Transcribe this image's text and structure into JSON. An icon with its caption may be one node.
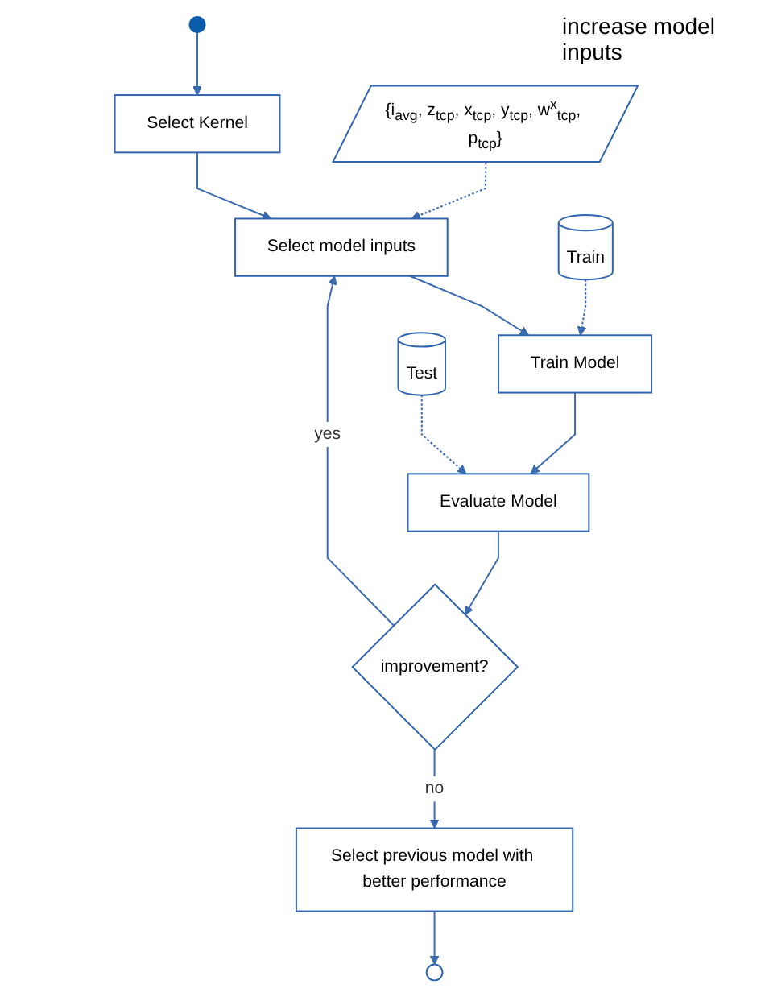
{
  "diagram": {
    "nodes": [
      {
        "text": [],
        "shape": "circle"
      },
      {
        "text": [
          "Select Kernel"
        ]
      },
      {
        "text": [
          "{i$_{avg}$, z$_{tcp}$, x$_{tcp}$, y$_{tcp}$, w$^{x}$$_{tcp}$, p$_{tcp}$}"
        ]
      },
      {
        "text": [
          "Select model inputs"
        ]
      },
      {
        "text": [
          "Train"
        ]
      },
      {
        "text": [
          "Train Model"
        ]
      },
      {
        "text": [
          "Test"
        ]
      },
      {
        "text": [
          "Evaluate Model"
        ]
      },
      {
        "text": [
          "improvement?"
        ]
      },
      {
        "text": [
          "Select previous model with better performance"
        ]
      },
      {
        "text": [],
        "shape": "circle"
      }
    ],
    "edges": [
      {
        "from": 0,
        "to": 1,
        "arrow": "to"
      },
      {
        "from": 1,
        "to": 3,
        "arrow": "to"
      },
      {
        "from": 2,
        "to": 3,
        "arrow": "to",
        "style": "dashed"
      },
      {
        "from": 3,
        "to": 5,
        "arrow": "to"
      },
      {
        "from": 4,
        "to": 5,
        "arrow": "to",
        "style": "dashed"
      },
      {
        "from": 5,
        "to": 7,
        "arrow": "to"
      },
      {
        "from": 6,
        "to": 7,
        "arrow": "to",
        "style": "dashed"
      },
      {
        "from": 7,
        "to": 8,
        "arrow": "to"
      },
      {
        "from": 8,
        "to": 3,
        "arrow": "to",
        "label": "yes"
      },
      {
        "from": 8,
        "to": 9,
        "arrow": "to",
        "label": "no"
      },
      {
        "from": 9,
        "to": 10,
        "arrow": "to"
      }
    ],
    "labels": [
      "increase model inputs"
    ]
  }
}
